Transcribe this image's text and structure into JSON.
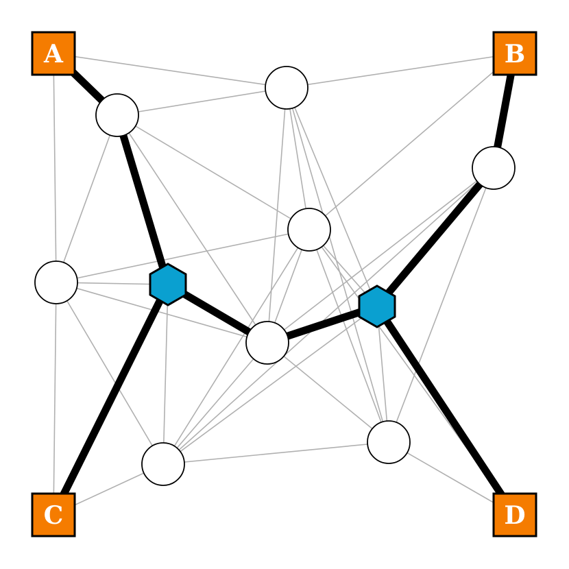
{
  "diagram": {
    "colors": {
      "background": "#ffffff",
      "terminal_fill": "#f57c00",
      "steiner_fill": "#0aa0d0",
      "node_fill": "#ffffff",
      "thin_edge": "#b0b0b0",
      "tree_edge": "#000000",
      "stroke": "#000000"
    },
    "terminals": [
      {
        "id": "A",
        "label": "A"
      },
      {
        "id": "B",
        "label": "B"
      },
      {
        "id": "C",
        "label": "C"
      },
      {
        "id": "D",
        "label": "D"
      }
    ],
    "steiner_points": [
      {
        "id": "S1",
        "shape": "hexagon"
      },
      {
        "id": "S2",
        "shape": "hexagon"
      }
    ],
    "nodes": [
      {
        "id": "n1",
        "shape": "circle"
      },
      {
        "id": "n2",
        "shape": "circle"
      },
      {
        "id": "n3",
        "shape": "circle"
      },
      {
        "id": "n4",
        "shape": "circle"
      },
      {
        "id": "n5",
        "shape": "circle"
      },
      {
        "id": "n6",
        "shape": "circle"
      },
      {
        "id": "n7",
        "shape": "circle"
      },
      {
        "id": "n8",
        "shape": "circle"
      }
    ],
    "thin_edges": [
      [
        "A",
        "n1"
      ],
      [
        "A",
        "n2"
      ],
      [
        "A",
        "n4"
      ],
      [
        "B",
        "n2"
      ],
      [
        "B",
        "n5"
      ],
      [
        "B",
        "n3"
      ],
      [
        "C",
        "n4"
      ],
      [
        "C",
        "n7"
      ],
      [
        "D",
        "n8"
      ],
      [
        "D",
        "n3"
      ],
      [
        "n1",
        "n2"
      ],
      [
        "n1",
        "n3"
      ],
      [
        "n1",
        "n4"
      ],
      [
        "n1",
        "n6"
      ],
      [
        "n1",
        "S1"
      ],
      [
        "n2",
        "n3"
      ],
      [
        "n2",
        "n6"
      ],
      [
        "n2",
        "S2"
      ],
      [
        "n2",
        "n8"
      ],
      [
        "n3",
        "n4"
      ],
      [
        "n3",
        "n6"
      ],
      [
        "n3",
        "n7"
      ],
      [
        "n3",
        "S2"
      ],
      [
        "n3",
        "n8"
      ],
      [
        "n4",
        "S1"
      ],
      [
        "n4",
        "n6"
      ],
      [
        "n4",
        "n7"
      ],
      [
        "n5",
        "n6"
      ],
      [
        "n5",
        "n7"
      ],
      [
        "n5",
        "n8"
      ],
      [
        "n5",
        "S2"
      ],
      [
        "n6",
        "n7"
      ],
      [
        "n6",
        "n8"
      ],
      [
        "n7",
        "n8"
      ],
      [
        "n7",
        "S2"
      ],
      [
        "n7",
        "S1"
      ],
      [
        "S2",
        "n8"
      ]
    ],
    "tree_edges": [
      [
        "A",
        "n1"
      ],
      [
        "n1",
        "S1"
      ],
      [
        "S1",
        "C"
      ],
      [
        "S1",
        "n6"
      ],
      [
        "n6",
        "S2"
      ],
      [
        "S2",
        "n5"
      ],
      [
        "n5",
        "B"
      ],
      [
        "S2",
        "D"
      ]
    ]
  }
}
